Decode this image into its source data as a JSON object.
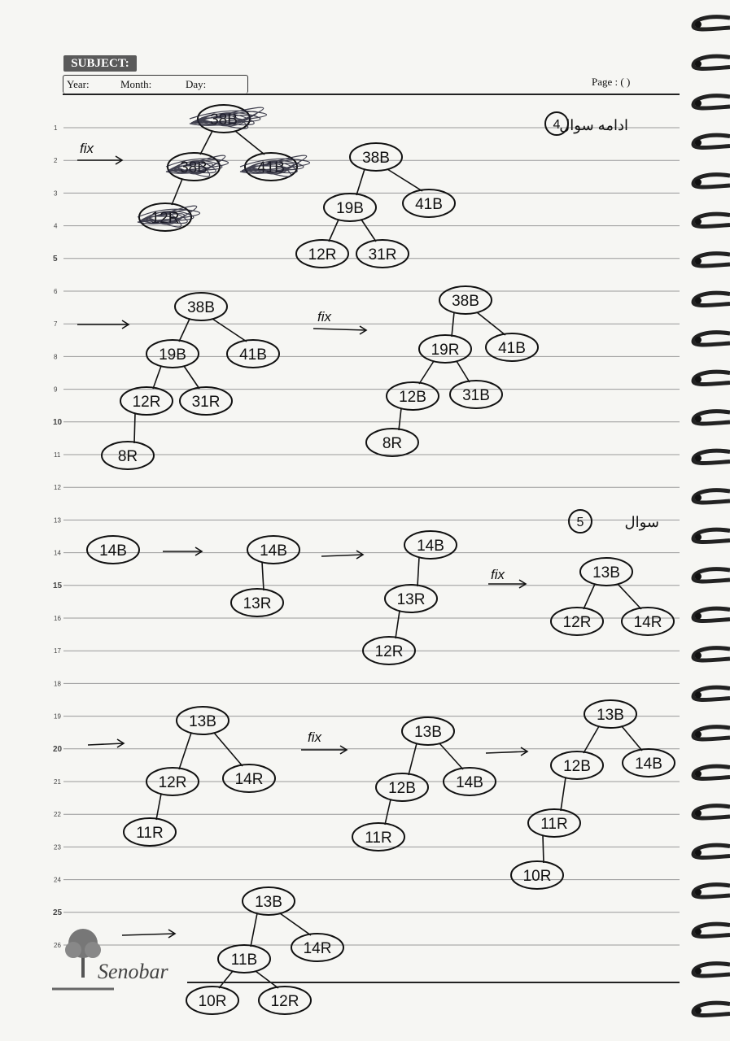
{
  "header": {
    "subject_label": "SUBJECT:",
    "year_label": "Year:",
    "month_label": "Month:",
    "day_label": "Day:",
    "page_label": "Page : (      )"
  },
  "line_numbers": [
    "1",
    "2",
    "3",
    "4",
    "5",
    "6",
    "7",
    "8",
    "9",
    "10",
    "11",
    "12",
    "13",
    "14",
    "15",
    "16",
    "17",
    "18",
    "19",
    "20",
    "21",
    "22",
    "23",
    "24",
    "25",
    "26"
  ],
  "headings": {
    "q4": "ادامه سوال",
    "q4_number": "4",
    "q5": "سوال",
    "q5_number": "5"
  },
  "annotations": {
    "fix": "fix"
  },
  "trees": {
    "q4_scratch": {
      "root": "38B",
      "left": "38B",
      "right": "41B",
      "ll": "12R"
    },
    "q4_a": {
      "root": "38B",
      "left": "19B",
      "right": "41B",
      "ll": "12R",
      "lr": "31R"
    },
    "q4_b": {
      "root": "38B",
      "left": "19B",
      "right": "41B",
      "ll": "12R",
      "lr": "31R",
      "lll": "8R"
    },
    "q4_c": {
      "root": "38B",
      "left": "19R",
      "right": "41B",
      "ll": "12B",
      "lr": "31B",
      "lll": "8R"
    },
    "q5_1": {
      "root": "14B"
    },
    "q5_2": {
      "root": "14B",
      "left": "13R"
    },
    "q5_3": {
      "root": "14B",
      "left": "13R",
      "ll": "12R"
    },
    "q5_4": {
      "root": "13B",
      "left": "12R",
      "right": "14R"
    },
    "q5_5": {
      "root": "13B",
      "left": "12R",
      "right": "14R",
      "ll": "11R"
    },
    "q5_6": {
      "root": "13B",
      "left": "12B",
      "right": "14B",
      "ll": "11R"
    },
    "q5_7": {
      "root": "13B",
      "left": "12B",
      "right": "14B",
      "ll": "11R",
      "lll": "10R"
    },
    "q5_8": {
      "root": "13B",
      "left": "11B",
      "right": "14R",
      "ll": "10R",
      "lr": "12R"
    }
  },
  "footer": {
    "brand": "Senobar"
  }
}
